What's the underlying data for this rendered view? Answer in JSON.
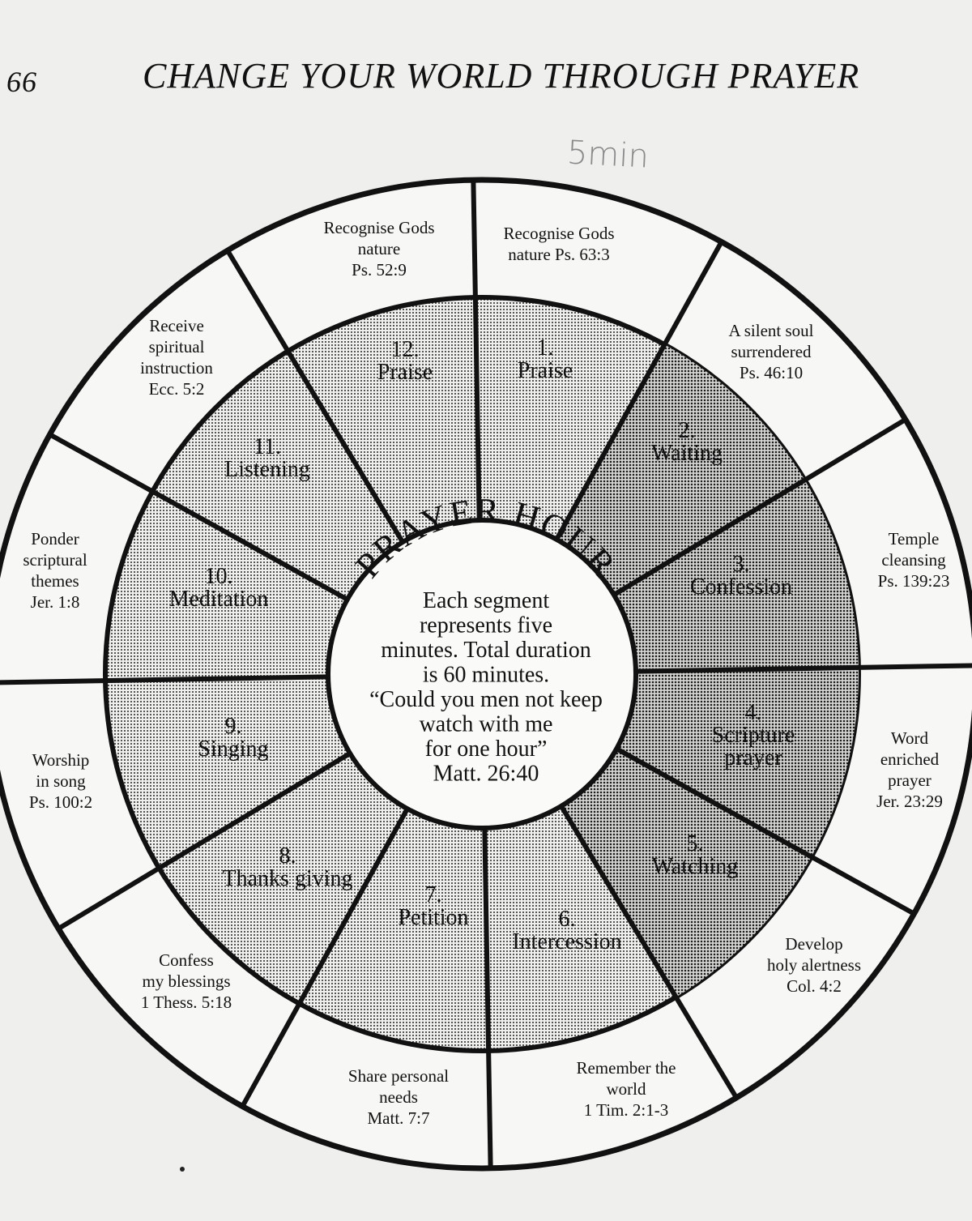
{
  "header": {
    "page_number": "66",
    "title": "CHANGE YOUR WORLD THROUGH PRAYER"
  },
  "handwritten_note": "5min",
  "wheel": {
    "center_title": "PRAYER HOUR",
    "center_lines": [
      "Each segment",
      "represents five",
      "minutes. Total duration",
      "is 60 minutes.",
      "“Could you men not keep",
      "watch with me",
      "for one hour”",
      "Matt. 26:40"
    ],
    "segments": [
      {
        "number": "1.",
        "name": "Praise",
        "outer": [
          "Recognise Gods",
          "nature Ps. 63:3"
        ]
      },
      {
        "number": "2.",
        "name": "Waiting",
        "outer": [
          "A silent soul",
          "surrendered",
          "Ps. 46:10"
        ]
      },
      {
        "number": "3.",
        "name": "Confession",
        "outer": [
          "Temple",
          "cleansing",
          "Ps. 139:23"
        ]
      },
      {
        "number": "4.",
        "name": "Scripture prayer",
        "outer": [
          "Word",
          "enriched",
          "prayer",
          "Jer. 23:29"
        ]
      },
      {
        "number": "5.",
        "name": "Watching",
        "outer": [
          "Develop",
          "holy alertness",
          "Col. 4:2"
        ]
      },
      {
        "number": "6.",
        "name": "Intercession",
        "outer": [
          "Remember the",
          "world",
          "1 Tim. 2:1-3"
        ]
      },
      {
        "number": "7.",
        "name": "Petition",
        "outer": [
          "Share personal",
          "needs",
          "Matt. 7:7"
        ]
      },
      {
        "number": "8.",
        "name": "Thanks giving",
        "outer": [
          "Confess",
          "my blessings",
          "1 Thess. 5:18"
        ]
      },
      {
        "number": "9.",
        "name": "Singing",
        "outer": [
          "Worship",
          "in song",
          "Ps. 100:2"
        ]
      },
      {
        "number": "10.",
        "name": "Meditation",
        "outer": [
          "Ponder",
          "scriptural",
          "themes",
          "Jer. 1:8"
        ]
      },
      {
        "number": "11.",
        "name": "Listening",
        "outer": [
          "Receive",
          "spiritual",
          "instruction",
          "Ecc. 5:2"
        ]
      },
      {
        "number": "12.",
        "name": "Praise",
        "outer": [
          "Recognise Gods",
          "nature",
          "Ps. 52:9"
        ]
      }
    ]
  }
}
